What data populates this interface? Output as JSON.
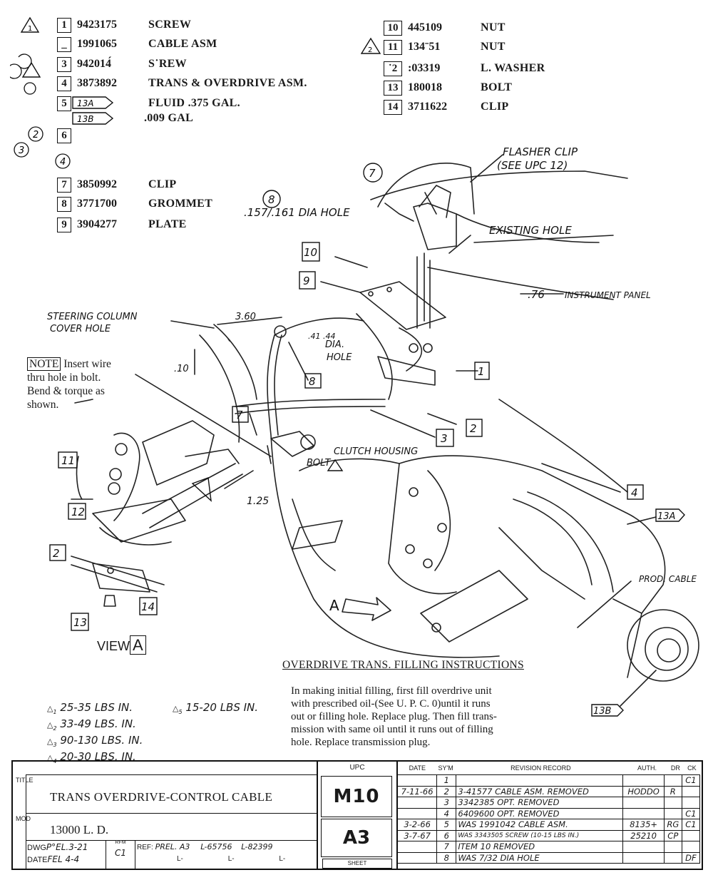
{
  "parts_list": {
    "left": [
      {
        "item": "1",
        "part_no": "9423175",
        "desc": "SCREW"
      },
      {
        "item": "_",
        "part_no": "1991065",
        "desc": "CABLE ASM"
      },
      {
        "item": "3",
        "part_no": "942014́",
        "desc": "S˙REW"
      },
      {
        "item": "4",
        "part_no": "3873892",
        "desc": "TRANS & OVERDRIVE ASM."
      },
      {
        "item": "5",
        "part_no": "",
        "desc": "FLUID .375 GAL."
      },
      {
        "item": "",
        "part_no": "",
        "desc": ".009 GAL"
      },
      {
        "item": "6",
        "part_no": "",
        "desc": ""
      },
      {
        "item": "7",
        "part_no": "3850992",
        "desc": "CLIP"
      },
      {
        "item": "8",
        "part_no": "3771700",
        "desc": "GROMMET"
      },
      {
        "item": "9",
        "part_no": "3904277",
        "desc": "PLATE"
      }
    ],
    "fluid_tags": [
      "13A",
      "13B"
    ],
    "circled_refs": [
      "2",
      "3",
      "4"
    ],
    "right": [
      {
        "item": "10",
        "part_no": "445109",
        "desc": "NUT"
      },
      {
        "item": "11",
        "part_no": "134ˉ51",
        "desc": "NUT"
      },
      {
        "item": "˙2",
        "part_no": ":03319",
        "desc": "L. WASHER"
      },
      {
        "item": "13",
        "part_no": "180018",
        "desc": "BOLT"
      },
      {
        "item": "14",
        "part_no": "3711622",
        "desc": "CLIP"
      }
    ]
  },
  "callouts": {
    "flasher_clip": "FLASHER CLIP",
    "see_upc": "(SEE UPC 12)",
    "dia_hole": ".157/.161 DIA HOLE",
    "existing_hole": "EXISTING HOLE",
    "instrument_panel": "INSTRUMENT PANEL",
    "dim_76": ".76",
    "steering_1": "STEERING COLUMN",
    "steering_2": "COVER HOLE",
    "dim_360": "3.60",
    "dim_10": ".10",
    "dia_frac": ".41 .44",
    "dia": "DIA.",
    "hole": "HOLE",
    "clutch_1": "CLUTCH HOUSING",
    "clutch_2": "BOLT",
    "dim_125": "1.25",
    "prod_cable": "PROD. CABLE",
    "arrow_a": "A",
    "view_a": "VIEW",
    "view_a_box": "A",
    "tag_13a": "13A",
    "tag_13b": "13B",
    "nums": [
      "1",
      "2",
      "3",
      "4",
      "7",
      "8",
      "9",
      "10",
      "11",
      "12",
      "13",
      "14",
      "2"
    ],
    "circ": [
      "7",
      "8"
    ]
  },
  "note": {
    "label": "NOTE",
    "text_1": "Insert wire",
    "text_2": "thru hole in bolt.",
    "text_3": "Bend & torque as",
    "text_4": "shown."
  },
  "instructions": {
    "title": "OVERDRIVE TRANS. FILLING INSTRUCTIONS",
    "lines": [
      "In making initial filling, first fill overdrive unit",
      "with prescribed oil-(See U. P. C. 0)until it runs",
      "out or filling hole.  Replace plug.  Then fill trans-",
      "mission with same oil until it runs out of filling",
      "hole.  Replace transmission plug."
    ]
  },
  "torque": [
    {
      "n": "1",
      "text": "25-35 LBS IN."
    },
    {
      "n": "2",
      "text": "33-49 LBS. IN."
    },
    {
      "n": "3",
      "text": "90-130 LBS. IN."
    },
    {
      "n": "4",
      "text": "20-30 LBS. IN."
    },
    {
      "n": "5",
      "text": "15-20 LBS IN."
    }
  ],
  "title_block": {
    "side_title": "TITLE",
    "side_mod": "MOD",
    "title": "TRANS OVERDRIVE-CONTROL CABLE",
    "model": "13000 L. D.",
    "dwg_label": "DWG",
    "dwg_val": "P°EL.3-21",
    "date_label": "DATE",
    "date_val": "FEL  4-4",
    "rfm_label": "RFM",
    "rfm_val": "C1",
    "ref_label": "REF:",
    "ref_val": "PREL. A3",
    "l1": "L-65756",
    "l2": "L-82399",
    "l3": "L-",
    "l4": "L-",
    "l5": "L-",
    "upc_header": "UPC",
    "upc_top": "M10",
    "upc_bottom": "A3",
    "sheet": "SHEET",
    "headers": {
      "date": "DATE",
      "sym": "SY'M",
      "record": "REVISION RECORD",
      "auth": "AUTH.",
      "dr": "DR",
      "ck": "CK"
    },
    "revisions": [
      {
        "date": "",
        "sym": "1",
        "text": "",
        "auth": "",
        "dr": "",
        "ck": "C1"
      },
      {
        "date": "7-11-66",
        "sym": "2",
        "text": "3-41577 CABLE ASM. REMOVED",
        "auth": "HODDO",
        "dr": "R",
        "ck": ""
      },
      {
        "date": "",
        "sym": "3",
        "text": "3342385 OPT. REMOVED",
        "auth": "",
        "dr": "",
        "ck": ""
      },
      {
        "date": "",
        "sym": "4",
        "text": "6409600 OPT. REMOVED",
        "auth": "",
        "dr": "",
        "ck": "C1"
      },
      {
        "date": "3-2-66",
        "sym": "5",
        "text": "WAS 1991042 CABLE ASM.",
        "auth": "8135+",
        "dr": "RG",
        "ck": "C1"
      },
      {
        "date": "3-7-67",
        "sym": "6",
        "text": "WAS 3343505 SCREW (10-15 LBS IN.)",
        "auth": "25210",
        "dr": "CP",
        "ck": ""
      },
      {
        "date": "",
        "sym": "7",
        "text": "ITEM 10 REMOVED",
        "auth": "",
        "dr": "",
        "ck": ""
      },
      {
        "date": "",
        "sym": "8",
        "text": "WAS 7/32 DIA HOLE",
        "auth": "",
        "dr": "",
        "ck": "DF"
      }
    ]
  }
}
